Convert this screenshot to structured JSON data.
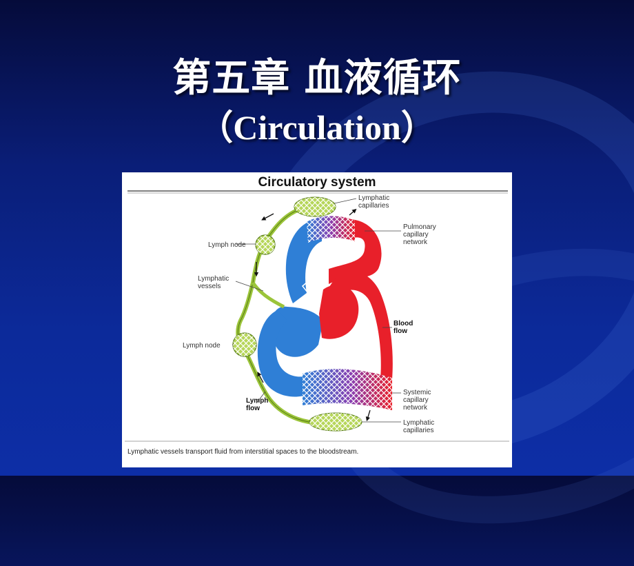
{
  "slide": {
    "title_cn": "第五章  血液循环",
    "title_en": "（Circulation）"
  },
  "figure": {
    "heading": "Circulatory system",
    "caption": "Lymphatic vessels transport fluid from interstitial spaces to the bloodstream.",
    "labels": {
      "lymphatic_capillaries_top_1": "Lymphatic",
      "lymphatic_capillaries_top_2": "capillaries",
      "pulmonary_1": "Pulmonary",
      "pulmonary_2": "capillary",
      "pulmonary_3": "network",
      "lymph_node_top": "Lymph node",
      "lymphatic_vessels_1": "Lymphatic",
      "lymphatic_vessels_2": "vessels",
      "blood_flow_1": "Blood",
      "blood_flow_2": "flow",
      "lymph_node_bottom": "Lymph node",
      "systemic_1": "Systemic",
      "systemic_2": "capillary",
      "systemic_3": "network",
      "lymph_flow_1": "Lymph",
      "lymph_flow_2": "flow",
      "lymphatic_capillaries_bottom_1": "Lymphatic",
      "lymphatic_capillaries_bottom_2": "capillaries"
    },
    "colors": {
      "oxygenated": "#e8202a",
      "deoxygenated": "#2f7fd6",
      "lymph": "#9bc43a"
    }
  }
}
